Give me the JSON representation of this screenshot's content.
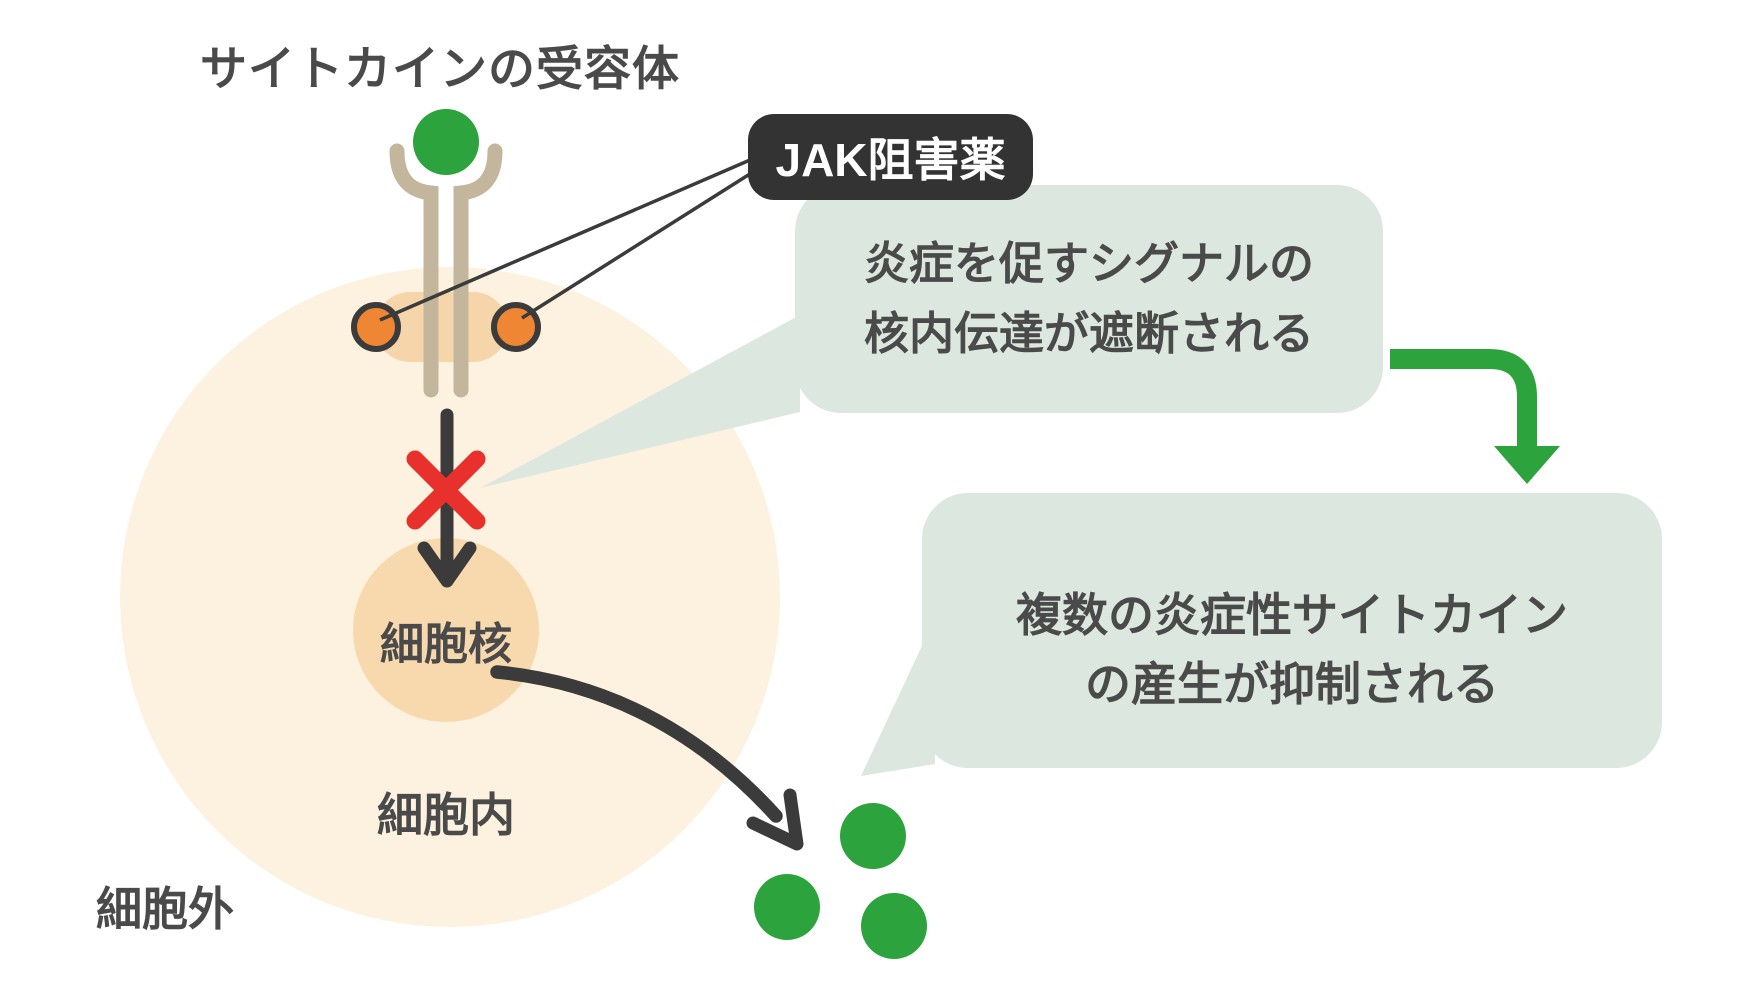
{
  "title": "サイトカインの受容体",
  "jak_inhibitor": {
    "label": "JAK阻害薬"
  },
  "bubble_signal_blocked": {
    "line1": "炎症を促すシグナルの",
    "line2": "核内伝達が遮断される"
  },
  "bubble_production_suppressed": {
    "line1": "複数の炎症性サイトカイン",
    "line2": "の産生が抑制される"
  },
  "cell": {
    "nucleus_label": "細胞核",
    "intracellular_label": "細胞内",
    "extracellular_label": "細胞外"
  },
  "icons": {
    "cytokine_ball": "green-cytokine-circle",
    "jak_molecules": "orange-jak-circles",
    "blocked_x": "red-x-icon",
    "signal_arrow": "black-down-arrow",
    "secretion_arrow": "black-curved-arrow",
    "flow_arrow": "green-bent-arrow",
    "cytokine_dots": "three-green-circles"
  },
  "colors": {
    "cytokine_green": "#2da33d",
    "jak_orange": "#ee8633",
    "receptor_tan": "#c3b69c",
    "cell_fill": "#fdf2e0",
    "membrane_fill": "#f6d5ab",
    "nucleus_fill": "#f8d9ae",
    "bubble_fill": "#dce7df",
    "blocked_red": "#e8302c",
    "ink": "#3b3b3b",
    "label_bg": "#333333",
    "text": "#4a4a4a"
  }
}
